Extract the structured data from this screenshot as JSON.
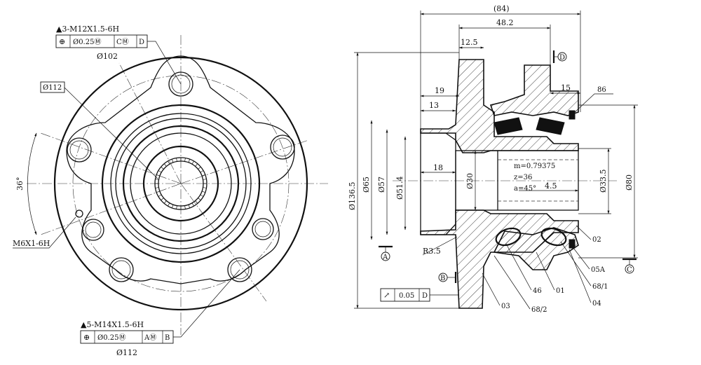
{
  "front_view": {
    "callout_top": {
      "spec": "▲3-M12X1.5-6H",
      "frame": [
        "⊕",
        "Ø0.25Ⓜ",
        "CⓂ",
        "D"
      ],
      "pcd": "Ø102"
    },
    "callout_bottom": {
      "spec": "▲5-M14X1.5-6H",
      "frame": [
        "⊕",
        "Ø0.25Ⓜ",
        "AⓂ",
        "B"
      ],
      "pcd": "Ø112"
    },
    "boxed_dim": "Ø112",
    "angle": "36°",
    "thread_hole": "M6X1-6H"
  },
  "section_view": {
    "dims": {
      "overall_length": "(84)",
      "length_48": "48.2",
      "length_12": "12.5",
      "length_19": "19",
      "length_13": "13",
      "length_15": "15",
      "length_18": "18",
      "length_45": "4.5",
      "dia_136": "Ø136.5",
      "dia_65": "Ø65",
      "dia_57": "Ø57",
      "dia_51": "Ø51.4",
      "dia_30": "Ø30",
      "dia_33": "Ø33.5",
      "dia_80": "Ø80",
      "radius": "R3.5"
    },
    "spline": [
      "m=0.79375",
      "z=36",
      "a=45°"
    ],
    "datums": {
      "a": "A",
      "b": "B",
      "c": "C",
      "d": "D"
    },
    "runout_frame": [
      "↗",
      "0.05",
      "D"
    ],
    "part_labels": {
      "p86": "86",
      "p02": "02",
      "p05": "05A",
      "p68_1": "68/1",
      "p04": "04",
      "p01": "01",
      "p46": "46",
      "p68_2": "68/2",
      "p03": "03"
    }
  }
}
